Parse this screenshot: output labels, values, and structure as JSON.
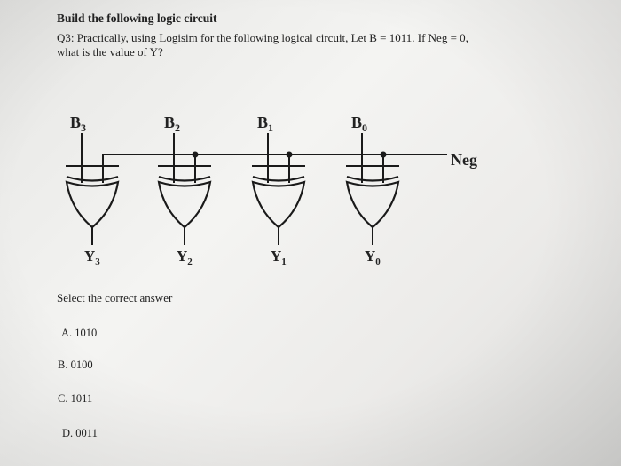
{
  "question": {
    "title": "Build the following logic circuit",
    "line1": "Q3: Practically, using Logisim for the following logical circuit, Let B = 1011.  If Neg = 0,",
    "line2": "what is the value of Y?"
  },
  "circuit": {
    "inputs": [
      {
        "name": "B",
        "sub": "3"
      },
      {
        "name": "B",
        "sub": "2"
      },
      {
        "name": "B",
        "sub": "1"
      },
      {
        "name": "B",
        "sub": "0"
      }
    ],
    "outputs": [
      {
        "name": "Y",
        "sub": "3"
      },
      {
        "name": "Y",
        "sub": "2"
      },
      {
        "name": "Y",
        "sub": "1"
      },
      {
        "name": "Y",
        "sub": "0"
      }
    ],
    "control_label": "Neg",
    "gate_type": "XOR"
  },
  "prompt": "Select the correct answer",
  "options": [
    {
      "text": "A. 1010"
    },
    {
      "text": "B. 0100"
    },
    {
      "text": "C. 1011"
    },
    {
      "text": "D. 0011"
    }
  ]
}
